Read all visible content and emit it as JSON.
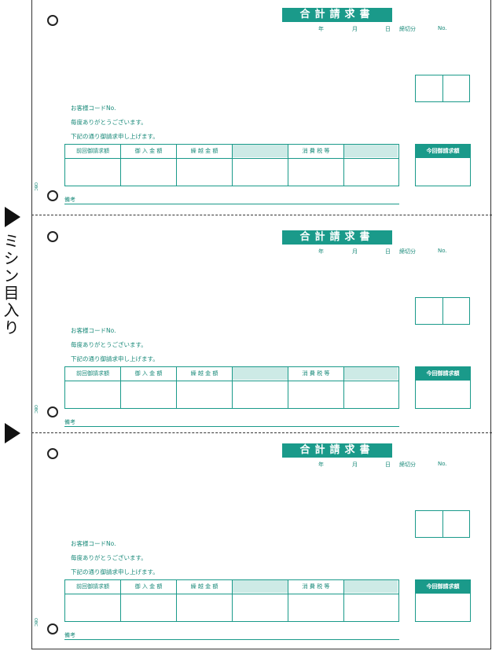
{
  "side_note": "ミシン目入り",
  "sections": [
    {
      "title": "合計請求書",
      "date_labels": [
        "年",
        "月",
        "日",
        "締切分",
        "No."
      ],
      "customer_no_label": "お客様コードNo.",
      "greeting": "毎度ありがとうございます。",
      "intro": "下記の通り御請求申し上げます。",
      "headers": [
        "前回御請求額",
        "御 入 金 額",
        "繰 越 金 額",
        "",
        "消 費 税 等",
        ""
      ],
      "current_label": "今回御請求額",
      "notes_label": "備考",
      "brand": "OBC"
    },
    {
      "title": "合計請求書",
      "date_labels": [
        "年",
        "月",
        "日",
        "締切分",
        "No."
      ],
      "customer_no_label": "お客様コードNo.",
      "greeting": "毎度ありがとうございます。",
      "intro": "下記の通り御請求申し上げます。",
      "headers": [
        "前回御請求額",
        "御 入 金 額",
        "繰 越 金 額",
        "",
        "消 費 税 等",
        ""
      ],
      "current_label": "今回御請求額",
      "notes_label": "備考",
      "brand": "OBC"
    },
    {
      "title": "合計請求書",
      "date_labels": [
        "年",
        "月",
        "日",
        "締切分",
        "No."
      ],
      "customer_no_label": "お客様コードNo.",
      "greeting": "毎度ありがとうございます。",
      "intro": "下記の通り御請求申し上げます。",
      "headers": [
        "前回御請求額",
        "御 入 金 額",
        "繰 越 金 額",
        "",
        "消 費 税 等",
        ""
      ],
      "current_label": "今回御請求額",
      "notes_label": "備考",
      "brand": "OBC"
    }
  ],
  "colors": {
    "accent": "#1a9a8a",
    "shade": "#cdeae6"
  }
}
